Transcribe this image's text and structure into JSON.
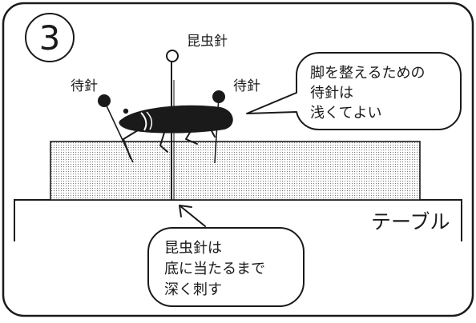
{
  "step_number": "3",
  "labels": {
    "insect_pin": "昆虫針",
    "waiting_pin_left": "待針",
    "waiting_pin_right": "待針",
    "table": "テーブル"
  },
  "callout_top": [
    "脚を整えるための",
    "待針は",
    "浅くてよい"
  ],
  "callout_bottom": [
    "昆虫針は",
    "底に当たるまで",
    "深く刺す"
  ],
  "colors": {
    "ink": "#1a1a1a",
    "board_dots": "#7a7a7a",
    "background": "#ffffff"
  }
}
